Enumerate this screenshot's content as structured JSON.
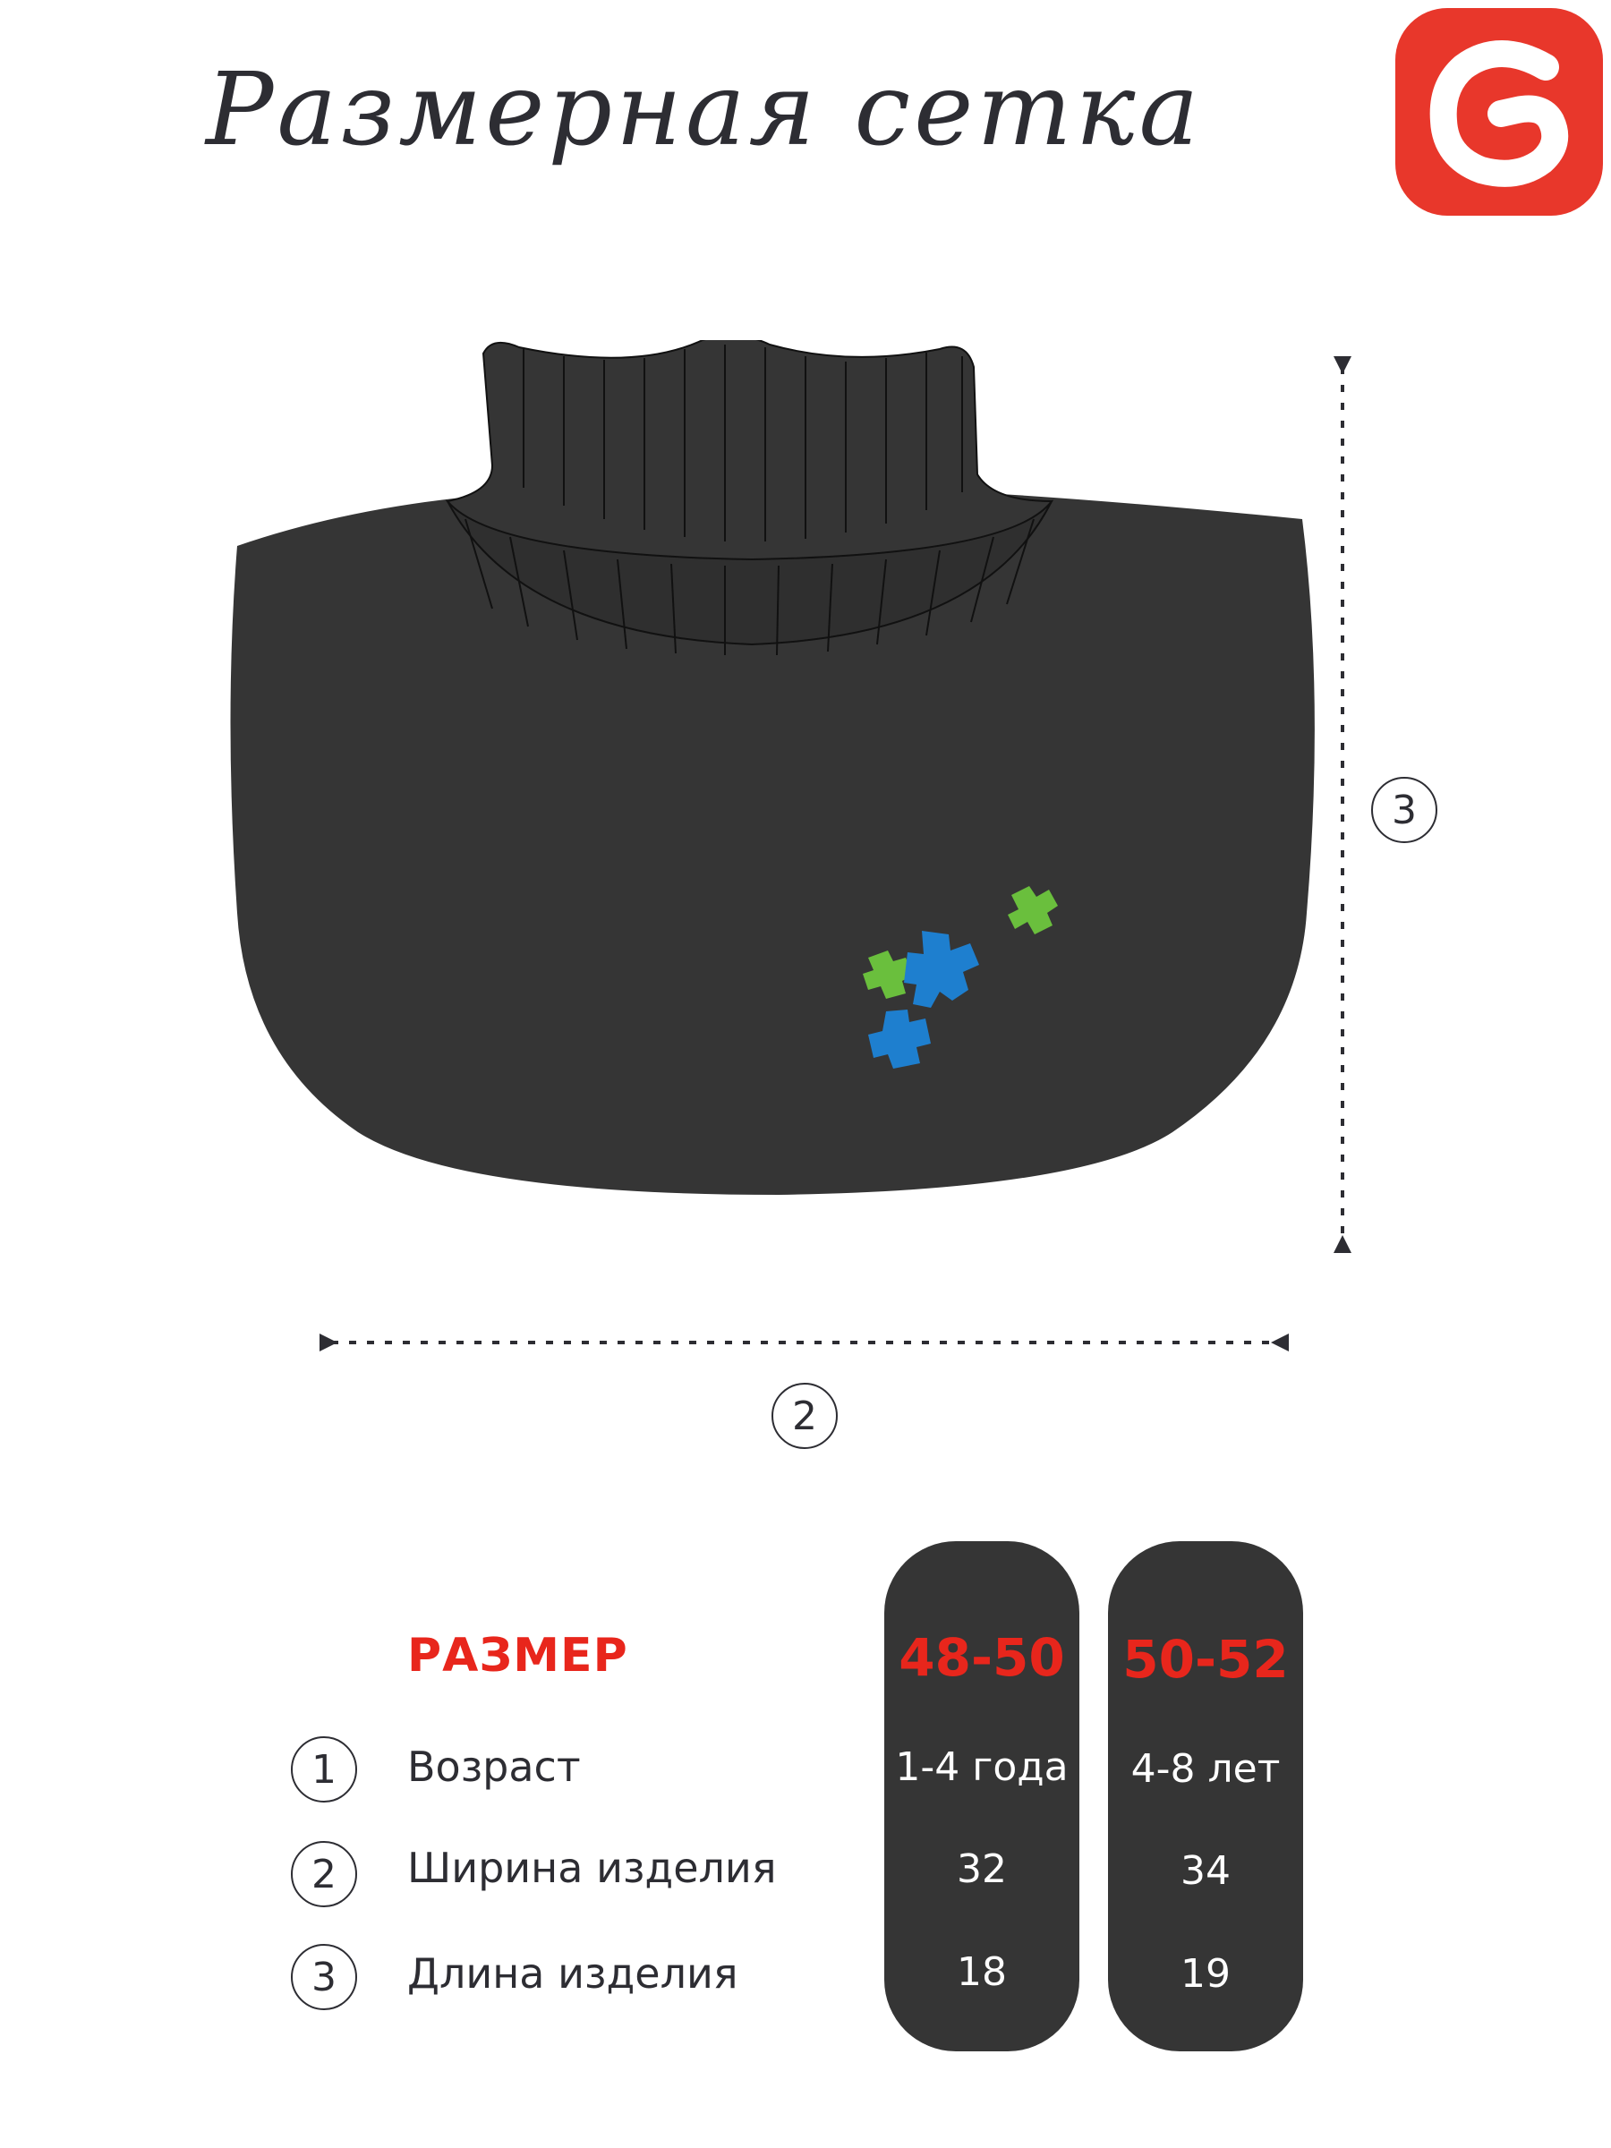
{
  "title": "Размерная сетка",
  "dimension_markers": {
    "width": "2",
    "length": "3"
  },
  "table": {
    "header": "РАЗМЕР",
    "rows": [
      {
        "num": "1",
        "label": "Возраст"
      },
      {
        "num": "2",
        "label": "Ширина изделия"
      },
      {
        "num": "3",
        "label": "Длина изделия"
      }
    ],
    "columns": [
      {
        "size": "48-50",
        "age": "1-4 года",
        "width": "32",
        "length": "18"
      },
      {
        "size": "50-52",
        "age": "4-8 лет",
        "width": "34",
        "length": "19"
      }
    ]
  },
  "colors": {
    "brand": "#e8372b",
    "accent_red": "#e8261c",
    "garment": "#353535",
    "pill": "#353535"
  }
}
